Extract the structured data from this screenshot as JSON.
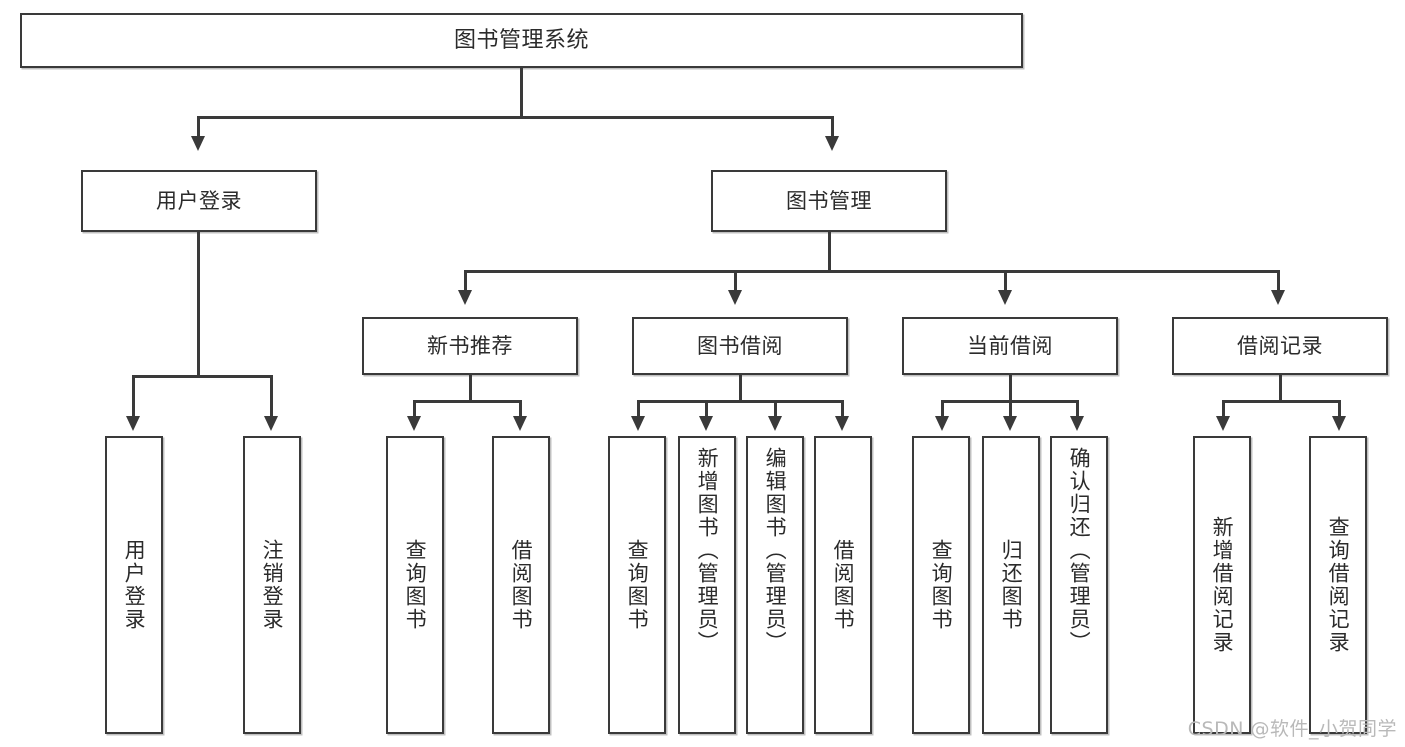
{
  "diagram": {
    "title": "图书管理系统",
    "type": "hierarchy-tree",
    "watermark": "CSDN @软件_小贺同学",
    "colors": {
      "box_border": "#3a3a3a",
      "box_fill": "#ffffff",
      "text": "#2b2b2b",
      "connector": "#3a3a3a",
      "watermark": "#b9b9b9",
      "background": "#ffffff"
    },
    "levels": {
      "level1": {
        "label": "图书管理系统"
      },
      "level2": [
        {
          "id": "user-login",
          "label": "用户登录"
        },
        {
          "id": "book-management",
          "label": "图书管理"
        }
      ],
      "level3": [
        {
          "id": "new-book-recommend",
          "label": "新书推荐",
          "parent": "book-management"
        },
        {
          "id": "book-borrow",
          "label": "图书借阅",
          "parent": "book-management"
        },
        {
          "id": "current-borrow",
          "label": "当前借阅",
          "parent": "book-management"
        },
        {
          "id": "borrow-record",
          "label": "借阅记录",
          "parent": "book-management"
        }
      ],
      "leaves": {
        "user-login": [
          {
            "id": "leaf-user-login",
            "label": "用户登录"
          },
          {
            "id": "leaf-user-logout",
            "label": "注销登录"
          }
        ],
        "new-book-recommend": [
          {
            "id": "leaf-query-book-1",
            "label": "查询图书"
          },
          {
            "id": "leaf-borrow-book-1",
            "label": "借阅图书"
          }
        ],
        "book-borrow": [
          {
            "id": "leaf-query-book-2",
            "label": "查询图书"
          },
          {
            "id": "leaf-add-book",
            "label": "新增图书（管理员）"
          },
          {
            "id": "leaf-edit-book",
            "label": "编辑图书（管理员）"
          },
          {
            "id": "leaf-borrow-book-2",
            "label": "借阅图书"
          }
        ],
        "current-borrow": [
          {
            "id": "leaf-query-book-3",
            "label": "查询图书"
          },
          {
            "id": "leaf-return-book",
            "label": "归还图书"
          },
          {
            "id": "leaf-confirm-return",
            "label": "确认归还（管理员）"
          }
        ],
        "borrow-record": [
          {
            "id": "leaf-add-record",
            "label": "新增借阅记录"
          },
          {
            "id": "leaf-query-record",
            "label": "查询借阅记录"
          }
        ]
      }
    }
  }
}
